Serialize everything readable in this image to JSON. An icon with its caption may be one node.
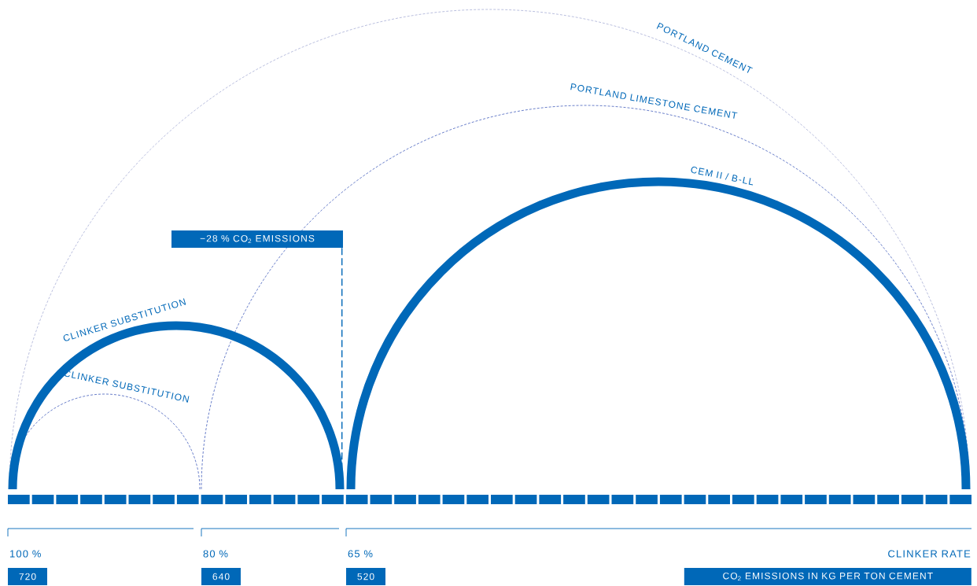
{
  "diagram": {
    "nodes": [
      {
        "text": [
          "−28 % CO$_{2}$ EMISSIONS"
        ]
      },
      {
        "text": [
          "720"
        ],
        "beside": [
          "100 %"
        ]
      },
      {
        "text": [
          "640"
        ],
        "beside": [
          "80 %"
        ]
      },
      {
        "text": [
          "520"
        ],
        "beside": [
          "65 %"
        ]
      },
      {
        "text": [
          "CO$_{2}$ EMISSIONS IN KG PER TON CEMENT"
        ],
        "beside": [
          "CLINKER RATE"
        ]
      },
      {
        "text": [],
        "shape": "arc"
      }
    ],
    "edges": [
      {
        "from": 0,
        "to": 5,
        "arrow": "none",
        "style": "dashed"
      }
    ],
    "labels": [
      "PORTLAND CEMENT",
      "PORTLAND LIMESTONE CEMENT",
      "CEM II / B-LL",
      "CLINKER SUBSTITUTION",
      "CLINKER SUBSTITUTION"
    ]
  }
}
